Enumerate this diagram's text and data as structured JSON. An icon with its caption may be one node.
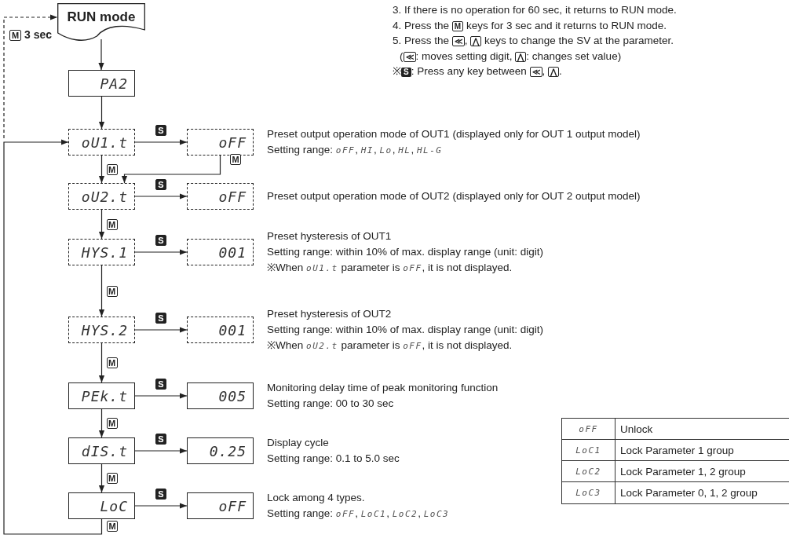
{
  "diagram": {
    "nodes": [
      {
        "text": [
          "RUN mode"
        ]
      },
      {
        "text": [
          "PA2"
        ]
      },
      {
        "text": [
          "oU1.t"
        ]
      },
      {
        "text": [
          "oFF"
        ],
        "beside": [
          "Preset output operation mode of OUT1 (displayed only for OUT 1 output model)",
          "Setting range: *oFF*, *HI*, *Lo*, *HL*, *HL-G*"
        ]
      },
      {
        "text": [
          "oU2.t"
        ]
      },
      {
        "text": [
          "oFF"
        ],
        "beside": [
          "Preset output operation mode of OUT2 (displayed only for OUT 2 output model)"
        ]
      },
      {
        "text": [
          "HYS.1"
        ]
      },
      {
        "text": [
          "001"
        ],
        "beside": [
          "Preset hysteresis of OUT1",
          "Setting range: within 10% of max. display range (unit: digit)",
          "※When *oU1.t* parameter is *oFF*, it is not displayed."
        ]
      },
      {
        "text": [
          "HYS.2"
        ]
      },
      {
        "text": [
          "001"
        ],
        "beside": [
          "Preset hysteresis of OUT2",
          "Setting range: within 10% of max. display range (unit: digit)",
          "※When *oU2.t* parameter is *oFF*, it is not displayed."
        ]
      },
      {
        "text": [
          "PEk.t"
        ]
      },
      {
        "text": [
          "005"
        ],
        "beside": [
          "Monitoring delay time of peak monitoring function",
          "Setting range: 00 to 30 sec"
        ]
      },
      {
        "text": [
          "dIS.t"
        ]
      },
      {
        "text": [
          "0.25"
        ],
        "beside": [
          "Display cycle",
          "Setting range: 0.1 to 5.0 sec"
        ]
      },
      {
        "text": [
          "LoC"
        ]
      },
      {
        "text": [
          "oFF"
        ],
        "beside": [
          "Lock among 4 types.",
          "Setting range: *oFF*, *LoC1*, *LoC2*, *LoC3*"
        ]
      }
    ],
    "edges": [
      {
        "from": 0,
        "to": 1,
        "arrow": "to"
      },
      {
        "from": 1,
        "to": 2,
        "arrow": "to"
      },
      {
        "from": 2,
        "to": 3,
        "arrow": "to",
        "label": "S"
      },
      {
        "from": 2,
        "to": 4,
        "arrow": "to",
        "label": "M"
      },
      {
        "from": 3,
        "to": 4,
        "arrow": "to",
        "label": "M"
      },
      {
        "from": 4,
        "to": 5,
        "arrow": "to",
        "label": "S"
      },
      {
        "from": 4,
        "to": 6,
        "arrow": "to",
        "label": "M"
      },
      {
        "from": 6,
        "to": 7,
        "arrow": "to",
        "label": "S"
      },
      {
        "from": 6,
        "to": 8,
        "arrow": "to",
        "label": "M"
      },
      {
        "from": 8,
        "to": 9,
        "arrow": "to",
        "label": "S"
      },
      {
        "from": 8,
        "to": 10,
        "arrow": "to",
        "label": "M"
      },
      {
        "from": 10,
        "to": 11,
        "arrow": "to",
        "label": "S"
      },
      {
        "from": 10,
        "to": 12,
        "arrow": "to",
        "label": "M"
      },
      {
        "from": 12,
        "to": 13,
        "arrow": "to",
        "label": "S"
      },
      {
        "from": 12,
        "to": 14,
        "arrow": "to",
        "label": "M"
      },
      {
        "from": 14,
        "to": 15,
        "arrow": "to",
        "label": "S"
      },
      {
        "from": 14,
        "to": 2,
        "arrow": "to",
        "label": "M"
      },
      {
        "from": null,
        "to": 0,
        "arrow": "to",
        "label": "**M** 3 sec",
        "style": "dashed"
      }
    ],
    "labels": [
      "3. If there is no operation for 60 sec, it returns to RUN mode.",
      "4. Press the **M**  keys for 3 sec and it returns to RUN mode.",
      "5. Press the **≪**, **⋀** keys to change the SV at the parameter.",
      "(**≪**: moves setting digit, **⋀**: changes set value)",
      "※*S*: Press any key between **≪**, **⋀**.",
      "oFF",
      "Unlock",
      "LoC1",
      "Lock Parameter 1 group",
      "LoC2",
      "Lock Parameter 1, 2 group",
      "LoC3",
      "Lock Parameter 0, 1, 2 group"
    ]
  }
}
